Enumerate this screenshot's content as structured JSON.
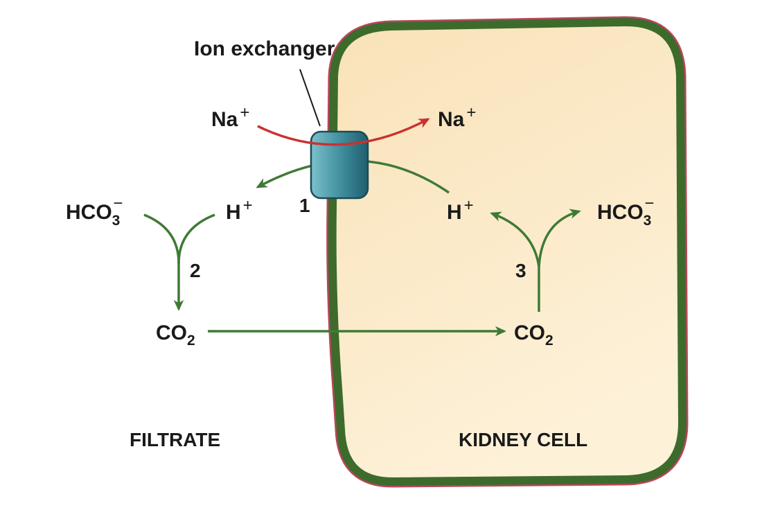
{
  "colors": {
    "cell_fill_top": "#f9e2b8",
    "cell_fill_bottom": "#fdf1d8",
    "membrane_green": "#3d6b2c",
    "membrane_edge": "#b8465a",
    "exchanger_fill": "#3e8c9c",
    "arrow_red": "#cc3030",
    "arrow_green": "#3f7a35",
    "text": "#1a1a1a"
  },
  "labels": {
    "ion_exchanger": "Ion exchanger",
    "na_left": {
      "base": "Na",
      "charge": "+"
    },
    "na_right": {
      "base": "Na",
      "charge": "+"
    },
    "hco3_left": {
      "base": "HCO",
      "subscript": "3",
      "charge": "−"
    },
    "h_left": {
      "base": "H",
      "charge": "+"
    },
    "h_right": {
      "base": "H",
      "charge": "+"
    },
    "hco3_right": {
      "base": "HCO",
      "subscript": "3",
      "charge": "−"
    },
    "co2_left": {
      "base": "CO",
      "subscript": "2"
    },
    "co2_right": {
      "base": "CO",
      "subscript": "2"
    },
    "step1": "1",
    "step2": "2",
    "step3": "3",
    "filtrate": "FILTRATE",
    "kidney_cell": "KIDNEY CELL"
  }
}
